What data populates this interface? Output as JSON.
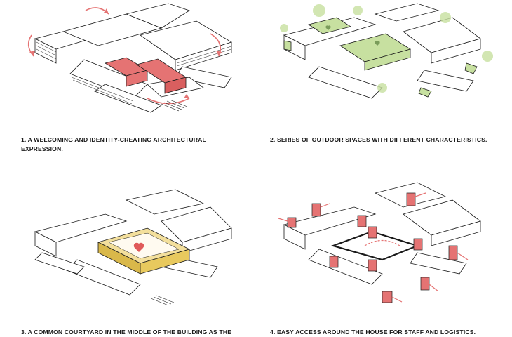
{
  "colors": {
    "ink": "#1a1a1a",
    "red": "#e57373",
    "green": "#c7e0a0",
    "gold": "#d9b84a"
  },
  "panels": [
    {
      "caption_line1": "1. A WELCOMING AND IDENTITY-CREATING ARCHITECTURAL",
      "caption_line2": "EXPRESSION.",
      "icon": "building-icon"
    },
    {
      "caption_line1": "2. SERIES OF OUTDOOR SPACES WITH DIFFERENT CHARACTERISTICS.",
      "caption_line2": "",
      "icon": "tree-icon"
    },
    {
      "caption_line1": "3. A COMMON COURTYARD IN THE MIDDLE OF THE BUILDING AS THE",
      "caption_line2": "",
      "icon": "heart-icon"
    },
    {
      "caption_line1": "4. EASY ACCESS AROUND THE HOUSE FOR STAFF AND LOGISTICS.",
      "caption_line2": "",
      "icon": "arrow-icon"
    }
  ]
}
